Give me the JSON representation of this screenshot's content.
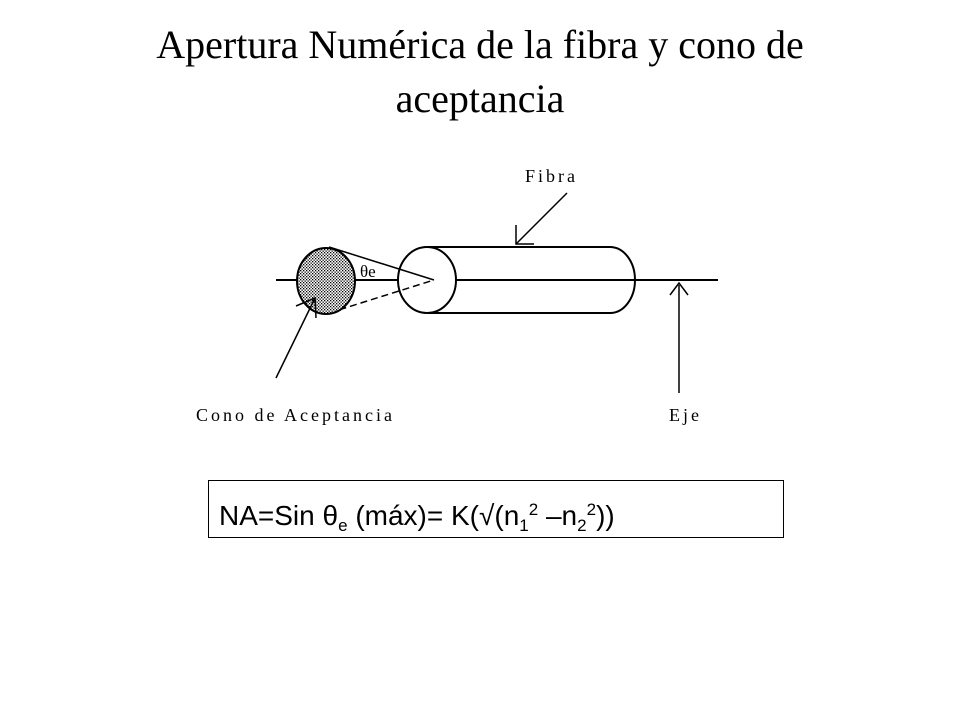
{
  "title": {
    "line1": "Apertura Numérica de la fibra y cono de",
    "line2": "aceptancia"
  },
  "diagram": {
    "label_fibra": "Fibra",
    "label_cono": "Cono de Aceptancia",
    "label_eje": "Eje",
    "label_theta": "θ",
    "label_theta_sub": "e"
  },
  "formula": {
    "prefix": "NA=Sin ",
    "theta": "θ",
    "theta_sub": "e",
    "middle": " (máx)= K(√(n",
    "n1_sub": "1",
    "n1_sup": "2",
    "dash": " –n",
    "n2_sub": "2",
    "n2_sup": "2",
    "suffix": "))"
  }
}
